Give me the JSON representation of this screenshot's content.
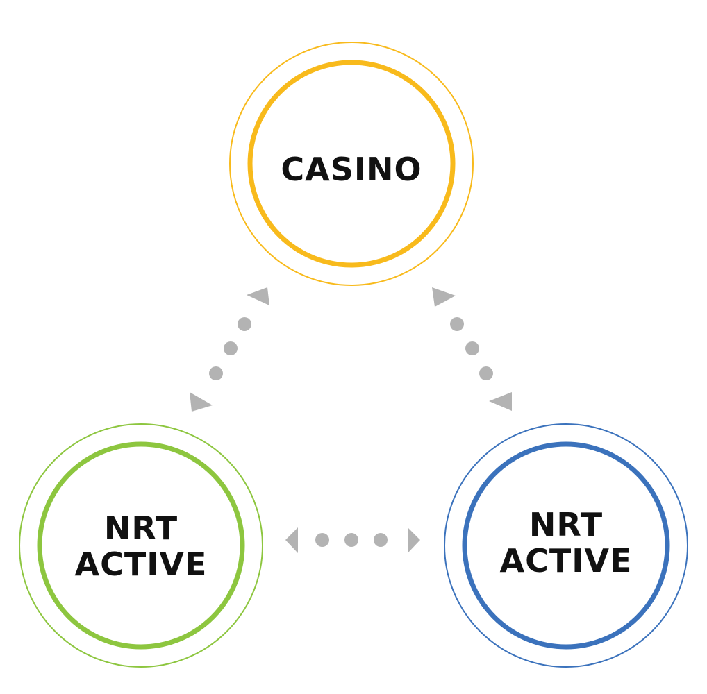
{
  "nodes": [
    {
      "id": "top",
      "label_lines": [
        "CASINO"
      ],
      "color": "#F8BA1C"
    },
    {
      "id": "left",
      "label_lines": [
        "NRT",
        "ACTIVE"
      ],
      "color": "#8DC63F"
    },
    {
      "id": "right",
      "label_lines": [
        "NRT",
        "ACTIVE"
      ],
      "color": "#3B72BC"
    }
  ],
  "connectors": [
    {
      "from": "top",
      "to": "left",
      "style": "dotted-double-arrow"
    },
    {
      "from": "top",
      "to": "right",
      "style": "dotted-double-arrow"
    },
    {
      "from": "left",
      "to": "right",
      "style": "dotted-double-arrow"
    }
  ],
  "colors": {
    "connector": "#B3B3B3",
    "label": "#111111",
    "background": "#FFFFFF"
  }
}
